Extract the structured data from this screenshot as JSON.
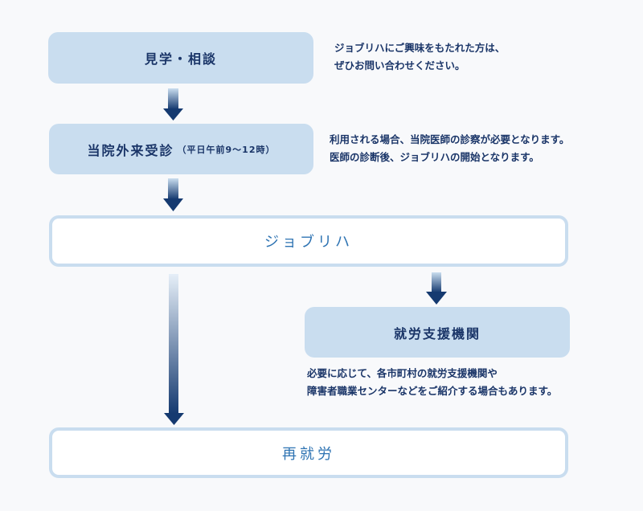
{
  "steps": {
    "consult": {
      "label": "見学・相談"
    },
    "visit": {
      "label": "当院外来受診",
      "sub": "（平日午前9～12時）"
    },
    "jobreha": {
      "label": "ジョブリハ"
    },
    "agency": {
      "label": "就労支援機関"
    },
    "reemploy": {
      "label": "再就労"
    }
  },
  "notes": {
    "consult": {
      "line1": "ジョブリハにご興味をもたれた方は、",
      "line2": "ぜひお問い合わせください。"
    },
    "visit": {
      "line1": "利用される場合、当院医師の診察が必要となります。",
      "line2": "医師の診断後、ジョブリハの開始となります。"
    },
    "agency": {
      "line1": "必要に応じて、各市町村の就労支援機関や",
      "line2": "障害者職業センターなどをご紹介する場合もあります。"
    }
  },
  "colors": {
    "box_fill": "#c9ddef",
    "text_navy": "#1a3568",
    "text_blue": "#2f74b3",
    "arrow": "#153a70"
  }
}
